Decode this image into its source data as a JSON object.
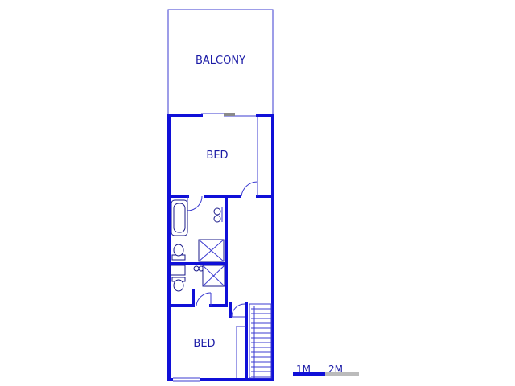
{
  "rooms": {
    "balcony": "BALCONY",
    "bed_upper": "BED",
    "bed_lower": "BED"
  },
  "scale_bar": {
    "label_1": "1M",
    "label_2": "2M"
  },
  "colors": {
    "wall": "#1010d8",
    "label": "#1a1aa6",
    "scale_grey": "#bbbbbb"
  }
}
